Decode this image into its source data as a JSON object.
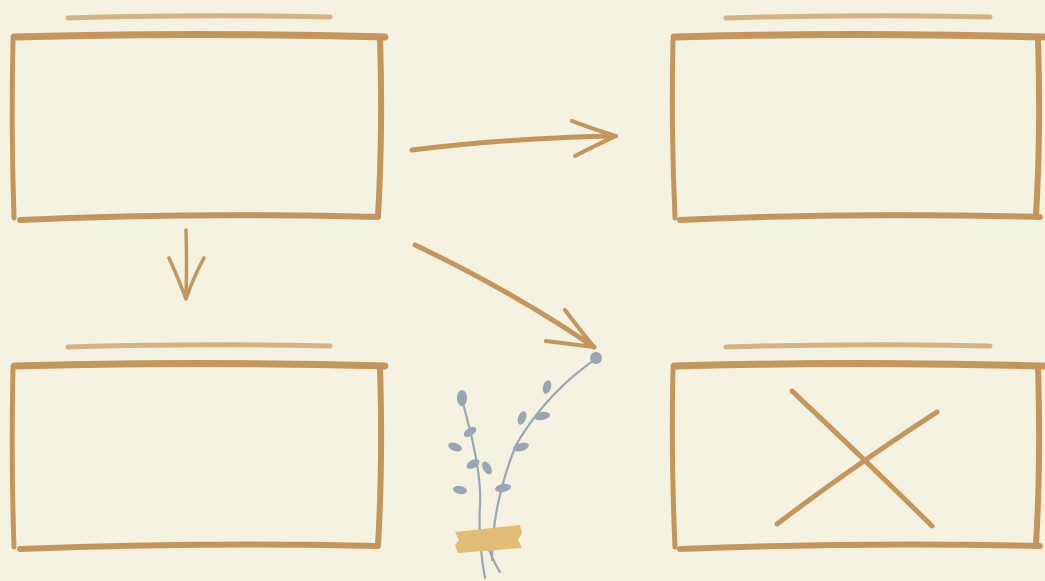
{
  "diagram": {
    "panels": [
      {
        "id": "top-left",
        "has_x_mark": false
      },
      {
        "id": "top-right",
        "has_x_mark": false
      },
      {
        "id": "bottom-left",
        "has_x_mark": false
      },
      {
        "id": "bottom-right",
        "has_x_mark": true
      }
    ],
    "arrows": [
      {
        "from": "top-left",
        "to": "top-right",
        "direction": "right"
      },
      {
        "from": "top-left",
        "to": "bottom-left",
        "direction": "down"
      },
      {
        "from": "top-left",
        "to": "bottom-right",
        "direction": "diagonal-down-right"
      }
    ],
    "decoration": {
      "icon": "leaf-sprig-icon",
      "tape": "washi-tape"
    }
  },
  "colors": {
    "background": "#f6f2e1",
    "sketch": "#c4965f",
    "sprig": "#9aa6b4",
    "tape": "#e2bd78"
  }
}
